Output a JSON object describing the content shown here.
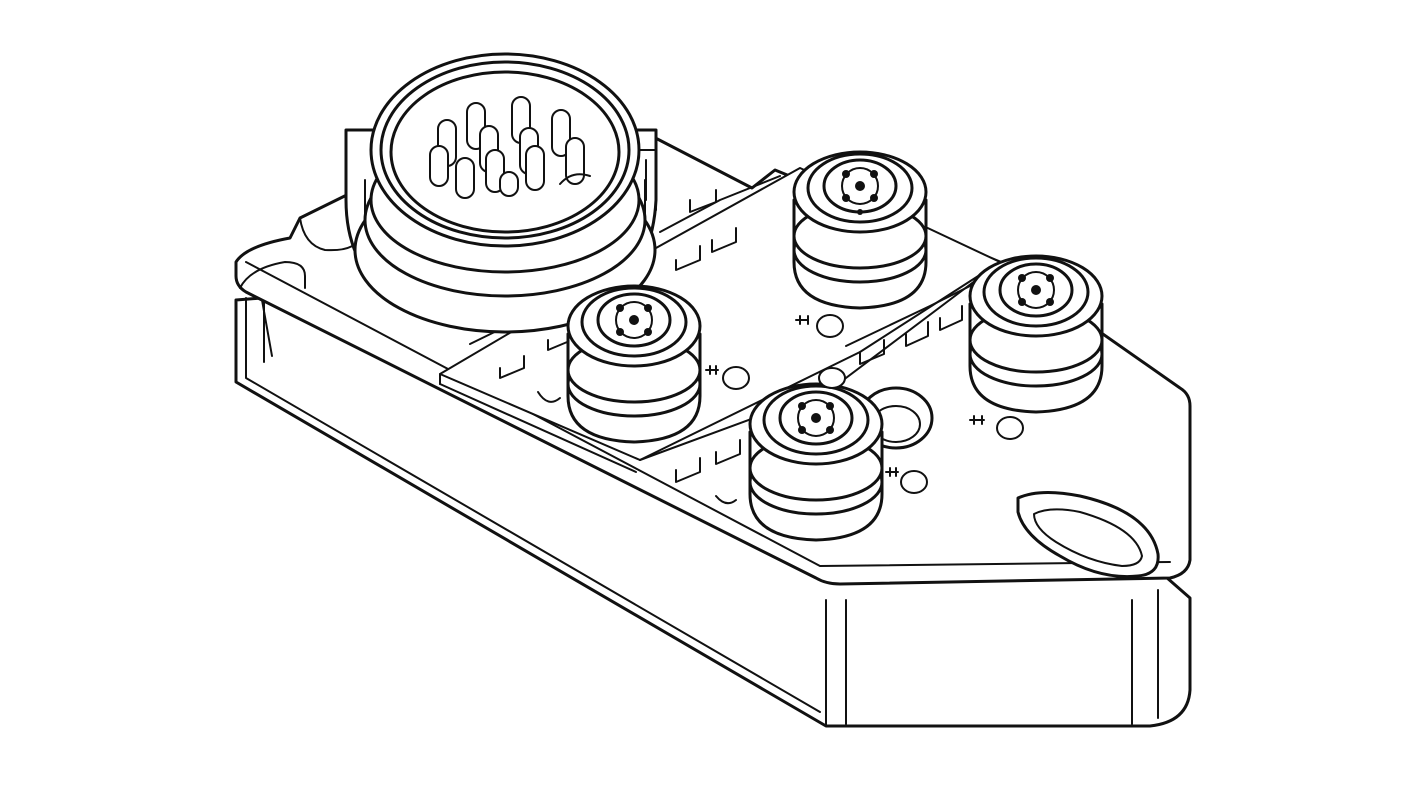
{
  "figure": {
    "colors": {
      "line": "#111111",
      "background": "#ffffff"
    },
    "components": {
      "main_connector": "multi-pin-male-connector",
      "ports": [
        "port-a",
        "port-b",
        "port-c",
        "port-d"
      ],
      "mounting": [
        "mounting-hole",
        "mounting-slot"
      ]
    }
  }
}
